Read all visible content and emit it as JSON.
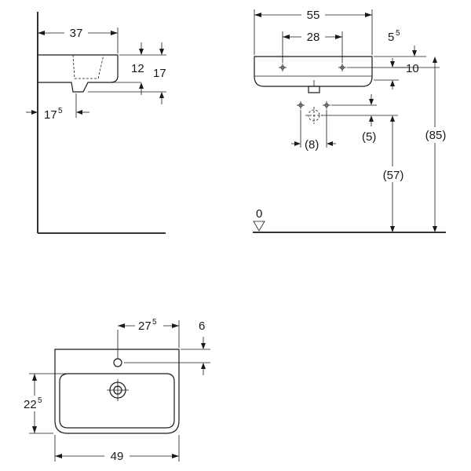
{
  "side_view": {
    "dim_depth": "37",
    "dim_height_a": "12",
    "dim_height_b": "17",
    "dim_waste": "17",
    "dim_waste_sup": "5"
  },
  "front_view": {
    "dim_width": "55",
    "dim_tap_spacing": "28",
    "dim_top": "5",
    "dim_top_sup": "5",
    "dim_rim": "10",
    "dim_small_offset": "(5)",
    "dim_waste_spacing": "(8)",
    "dim_supply_height": "(57)",
    "dim_total_height": "(85)",
    "floor_level": "0"
  },
  "top_view": {
    "dim_tap_offset": "27",
    "dim_tap_offset_sup": "5",
    "dim_back": "6",
    "dim_bowl_depth": "22",
    "dim_bowl_depth_sup": "5",
    "dim_width": "49"
  }
}
